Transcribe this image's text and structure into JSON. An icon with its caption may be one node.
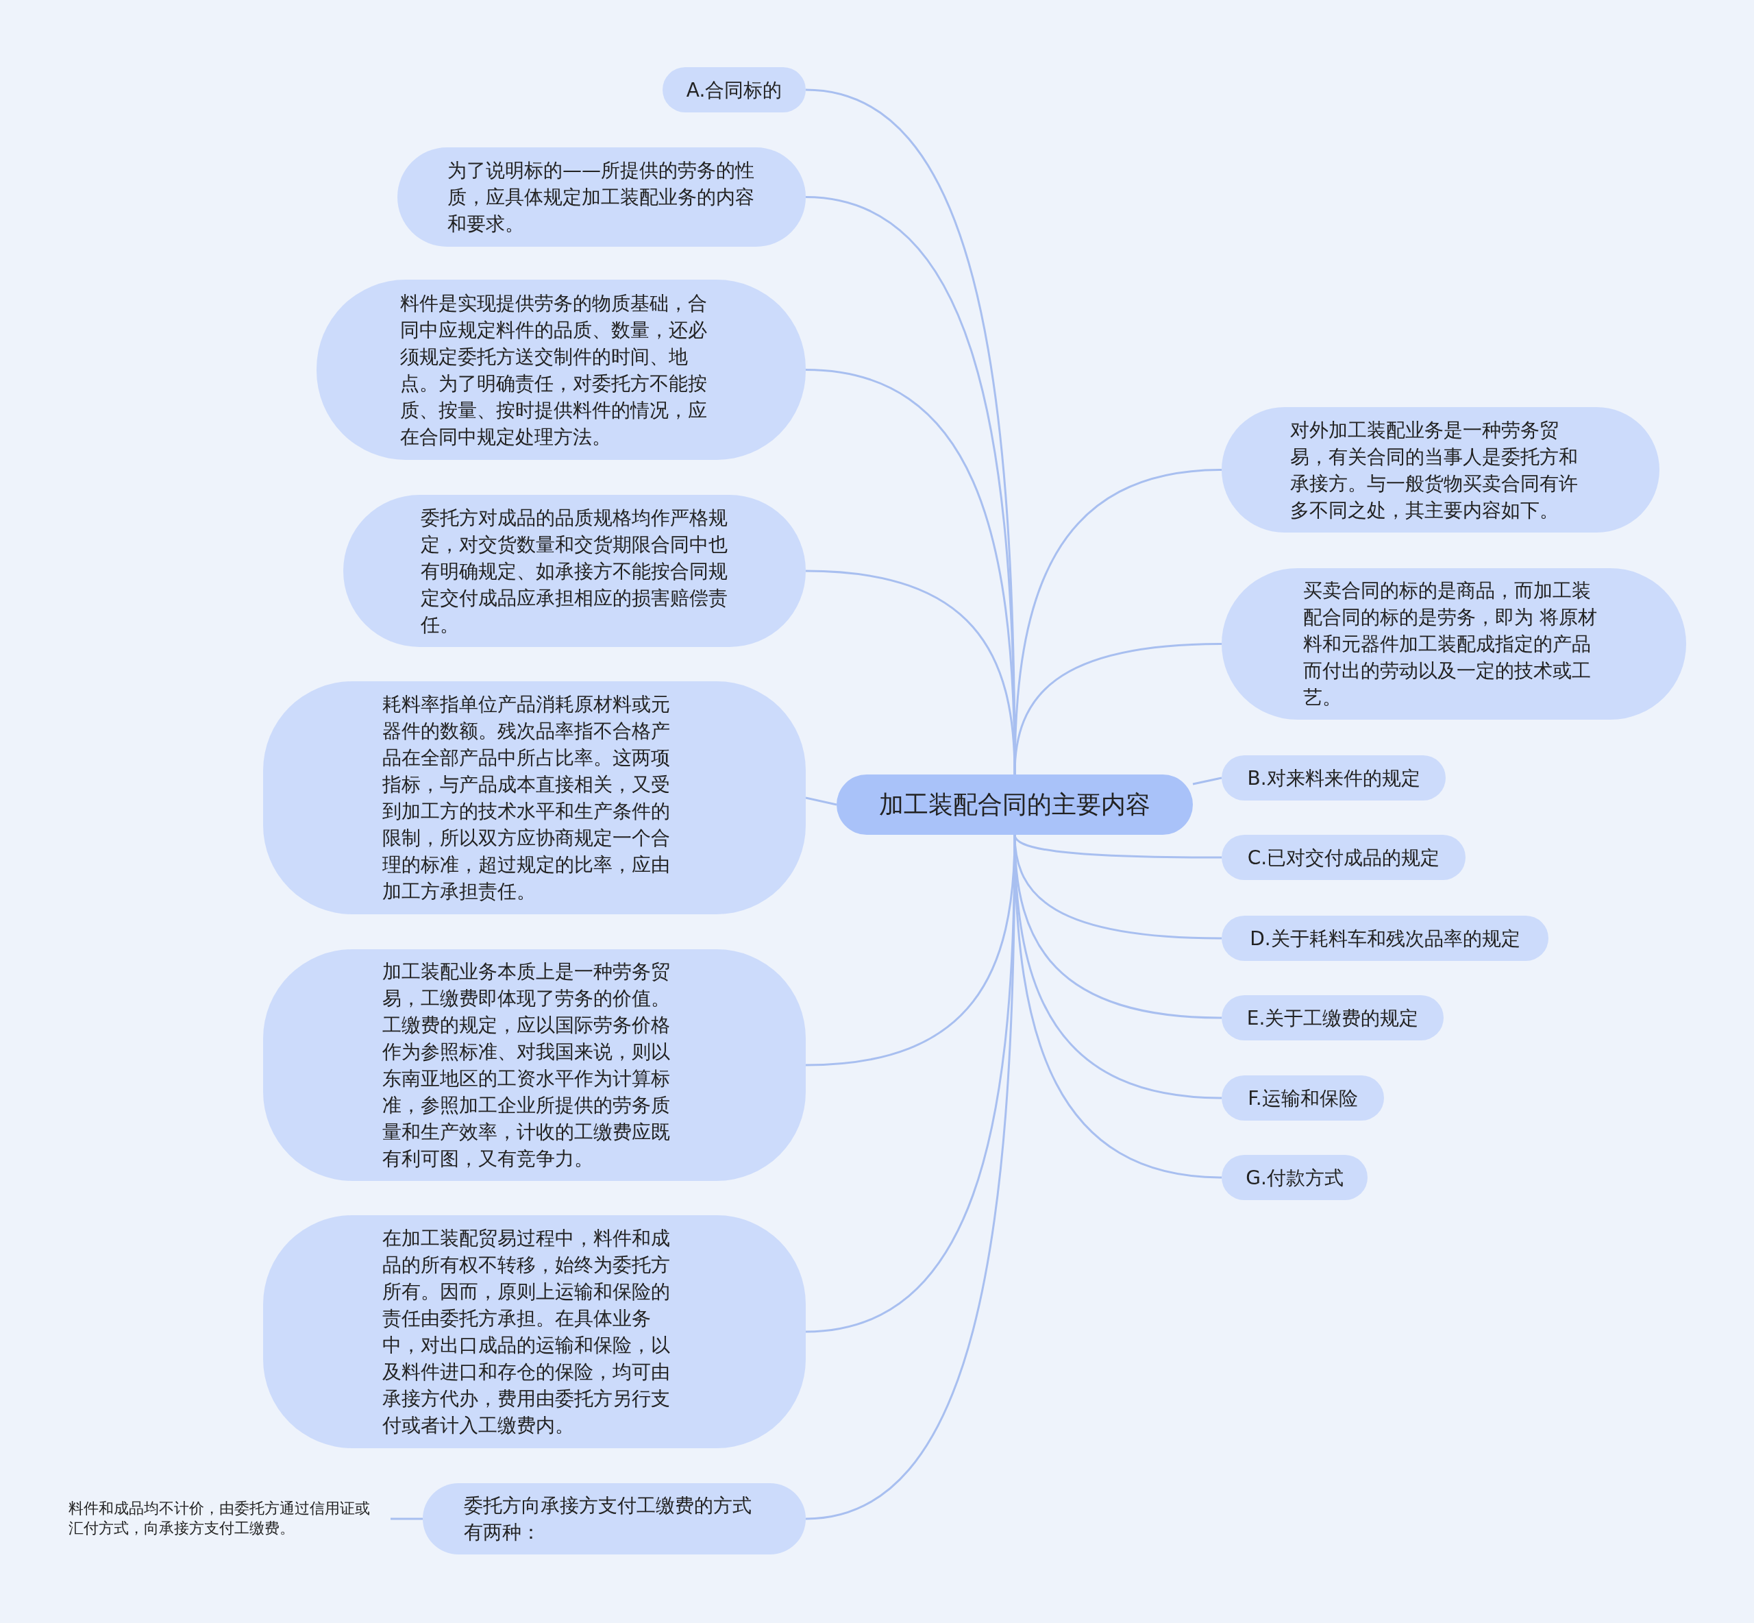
{
  "diagram": {
    "nodes": [
      {
        "text": [
          "加工装配合同的主要内容"
        ]
      },
      {
        "text": [
          "A.合同标的"
        ]
      },
      {
        "text": [
          "为了说明标的——所提供的劳务的性质，应具体规定加工装配业务的内容和要求。"
        ]
      },
      {
        "text": [
          "料件是实现提供劳务的物质基础，合同中应规定料件的品质、数量，还必须规定委托方送交制件的时间、地点。为了明确责任，对委托方不能按质、按量、按时提供料件的情况，应在合同中规定处理方法。"
        ]
      },
      {
        "text": [
          "委托方对成品的品质规格均作严格规定，对交货数量和交货期限合同中也有明确规定、如承接方不能按合同规定交付成品应承担相应的损害赔偿责任。"
        ]
      },
      {
        "text": [
          "耗料率指单位产品消耗原材料或元器件的数额。残次品率指不合格产品在全部产品中所占比率。这两项指标，与产品成本直接相关，又受到加工方的技术水平和生产条件的限制，所以双方应协商规定一个合理的标准，超过规定的比率，应由加工方承担责任。"
        ]
      },
      {
        "text": [
          "加工装配业务本质上是一种劳务贸易，工缴费即体现了劳务的价值。工缴费的规定，应以国际劳务价格作为参照标准、对我国来说，则以东南亚地区的工资水平作为计算标准，参照加工企业所提供的劳务质量和生产效率，计收的工缴费应既有利可图，又有竞争力。"
        ]
      },
      {
        "text": [
          "在加工装配贸易过程中，料件和成品的所有权不转移，始终为委托方所有。因而，原则上运输和保险的责任由委托方承担。在具体业务中，对出口成品的运输和保险，以及料件进口和存仓的保险，均可由承接方代办，费用由委托方另行支付或者计入工缴费内。"
        ]
      },
      {
        "text": [
          "委托方向承接方支付工缴费的方式有两种："
        ]
      },
      {
        "text": [
          "料件和成品均不计价，由委托方通过信用证或汇付方式，向承接方支付工缴费。"
        ]
      },
      {
        "text": [
          "对外加工装配业务是一种劳务贸易，有关合同的当事人是委托方和承接方。与一般货物买卖合同有许多不同之处，其主要内容如下。"
        ]
      },
      {
        "text": [
          "买卖合同的标的是商品，而加工装配合同的标的是劳务，即为 将原材料和元器件加工装配成指定的产品而付出的劳动以及一定的技术或工艺。"
        ]
      },
      {
        "text": [
          "B.对来料来件的规定"
        ]
      },
      {
        "text": [
          "C.已对交付成品的规定"
        ]
      },
      {
        "text": [
          "D.关于耗料车和残次品率的规定"
        ]
      },
      {
        "text": [
          "E.关于工缴费的规定"
        ]
      },
      {
        "text": [
          "F.运输和保险"
        ]
      },
      {
        "text": [
          "G.付款方式"
        ]
      }
    ],
    "edges": [
      {
        "from": 0,
        "to": 1,
        "arrow": "none"
      },
      {
        "from": 0,
        "to": 2,
        "arrow": "none"
      },
      {
        "from": 0,
        "to": 3,
        "arrow": "none"
      },
      {
        "from": 0,
        "to": 4,
        "arrow": "none"
      },
      {
        "from": 0,
        "to": 5,
        "arrow": "none"
      },
      {
        "from": 0,
        "to": 6,
        "arrow": "none"
      },
      {
        "from": 0,
        "to": 7,
        "arrow": "none"
      },
      {
        "from": 0,
        "to": 8,
        "arrow": "none"
      },
      {
        "from": 8,
        "to": 9,
        "arrow": "none"
      },
      {
        "from": 0,
        "to": 10,
        "arrow": "none"
      },
      {
        "from": 0,
        "to": 11,
        "arrow": "none"
      },
      {
        "from": 0,
        "to": 12,
        "arrow": "none"
      },
      {
        "from": 0,
        "to": 13,
        "arrow": "none"
      },
      {
        "from": 0,
        "to": 14,
        "arrow": "none"
      },
      {
        "from": 0,
        "to": 15,
        "arrow": "none"
      },
      {
        "from": 0,
        "to": 16,
        "arrow": "none"
      },
      {
        "from": 0,
        "to": 17,
        "arrow": "none"
      }
    ]
  }
}
